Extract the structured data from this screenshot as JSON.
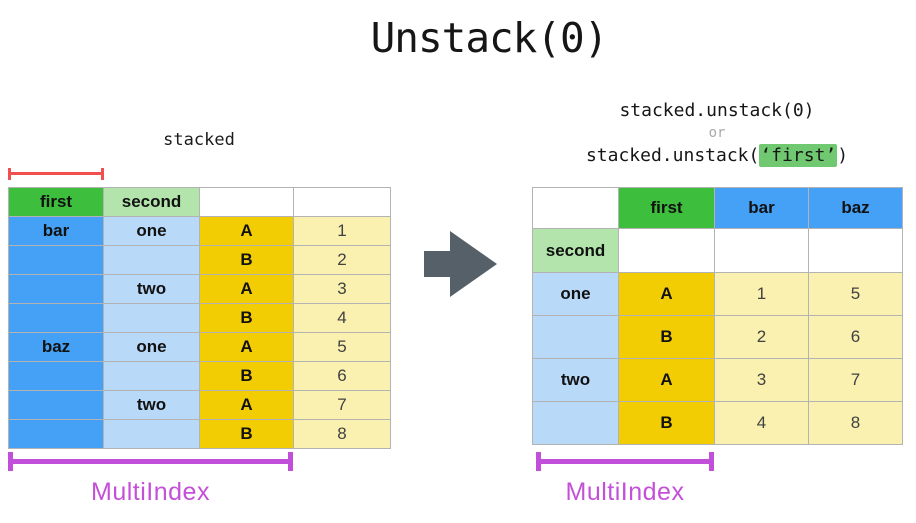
{
  "title": "Unstack(0)",
  "left_panel": {
    "caption": "stacked",
    "table": {
      "headers": [
        "first",
        "second",
        "",
        ""
      ],
      "rows": [
        [
          "bar",
          "one",
          "A",
          "1"
        ],
        [
          "",
          "",
          "B",
          "2"
        ],
        [
          "",
          "two",
          "A",
          "3"
        ],
        [
          "",
          "",
          "B",
          "4"
        ],
        [
          "baz",
          "one",
          "A",
          "5"
        ],
        [
          "",
          "",
          "B",
          "6"
        ],
        [
          "",
          "two",
          "A",
          "7"
        ],
        [
          "",
          "",
          "B",
          "8"
        ]
      ]
    },
    "bracket_label": "MultiIndex"
  },
  "right_panel": {
    "code": {
      "line1": "stacked.unstack(0)",
      "conjunction": "or",
      "line2_prefix": "stacked.unstack(",
      "line2_highlighted": "‘first’",
      "line2_suffix": ")"
    },
    "table": {
      "headers": [
        "",
        "first",
        "bar",
        "baz"
      ],
      "index_label": "second",
      "rows": [
        [
          "one",
          "A",
          "1",
          "5"
        ],
        [
          "",
          "B",
          "2",
          "6"
        ],
        [
          "two",
          "A",
          "3",
          "7"
        ],
        [
          "",
          "B",
          "4",
          "8"
        ]
      ]
    },
    "bracket_label": "MultiIndex"
  },
  "colors": {
    "header_green": "#3dbe3d",
    "header_light_green": "#b2e4ac",
    "index_blue": "#45a1f6",
    "index_light_blue": "#b9d9f9",
    "column_gold": "#f3cd03",
    "value_light_yellow": "#faf1b0",
    "arrow_gray": "#566069",
    "bracket_red": "#f15050",
    "bracket_magenta": "#c24fd9",
    "code_highlight_green": "#70c970",
    "or_gray": "#a9a9a9"
  }
}
